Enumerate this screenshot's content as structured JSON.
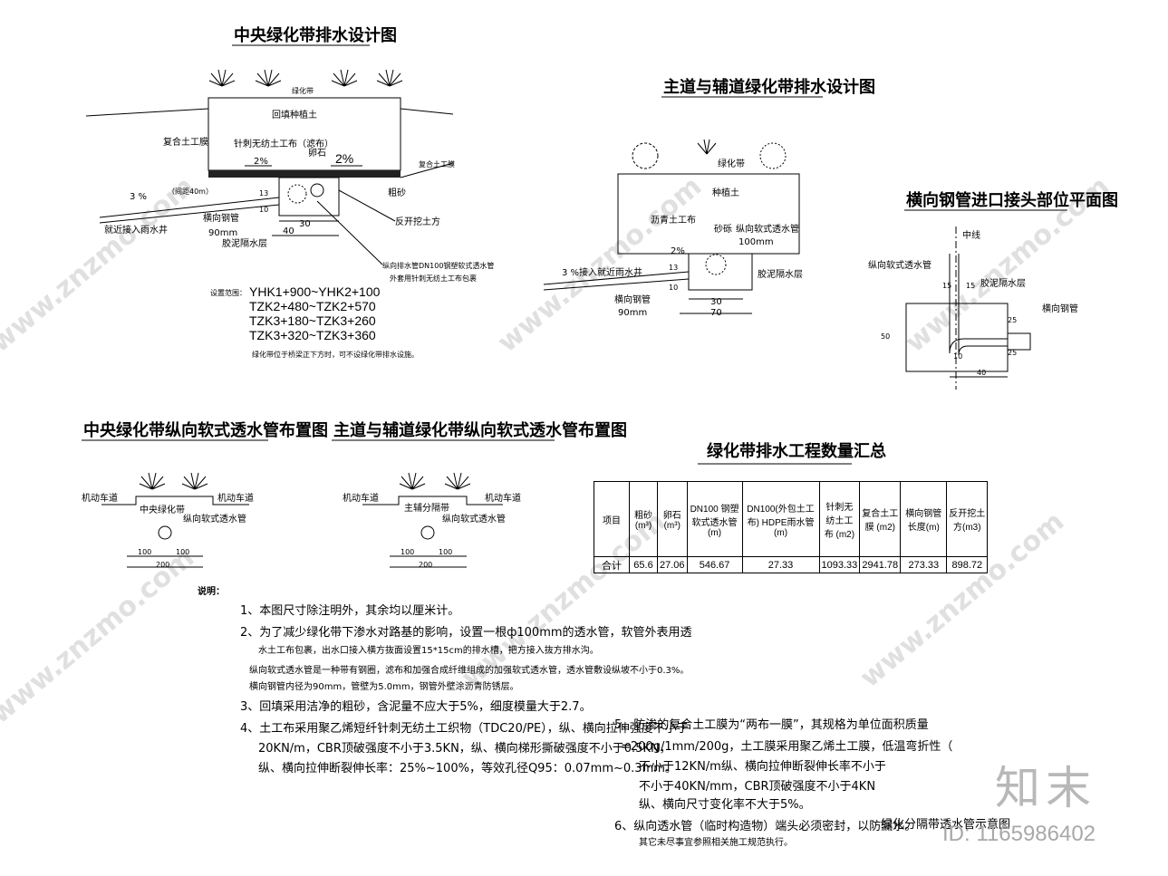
{
  "drawing1": {
    "title": "中央绿化带排水设计图",
    "label_greenbelt": "绿化带",
    "label_backfill": "回填种植土",
    "label_geomembrane": "复合土工膜",
    "label_needle_fabric": "针刺无纺土工布（滤布）",
    "label_pebble": "卵石",
    "label_slope_small": "2%",
    "label_slope_big": "2%",
    "label_geotextile_right": "复合土工膜",
    "label_coarse_sand": "粗砂",
    "label_slope_3": "3 %",
    "label_spacing": "间距40m",
    "label_interval": "（间距40m）",
    "label_nearby": "就近接入雨水井",
    "label_steel_pipe": "横向钢管",
    "label_90mm": "90mm",
    "label_mortar": "胶泥隔水层",
    "label_excavate": "反开挖土方",
    "label_dn100": "纵向排水管DN100钢塑软式透水管",
    "label_dn100_sub": "外套用针刺无纺土工布包裹",
    "dim_13": "13",
    "dim_10": "10",
    "dim_30": "30",
    "dim_40": "40",
    "setup_label": "设置范围：",
    "ranges": [
      "YHK1+900~YHK2+100",
      "TZK2+480~TZK2+570",
      "TZK3+180~TZK3+260",
      "TZK3+320~TZK3+360"
    ],
    "note": "绿化带位于桥梁正下方时，可不设绿化带排水设施。"
  },
  "drawing2": {
    "title": "主道与辅道绿化带排水设计图",
    "label_greenbelt": "绿化带",
    "label_soil": "种植土",
    "label_asphalt": "沥青土工布",
    "label_gravel": "砂砾",
    "label_soft_pipe": "纵向软式透水管",
    "label_100mm": "100mm",
    "label_slope": "2%",
    "label_slope_3": "3 %接入就近雨水井",
    "label_steel_pipe": "横向钢管",
    "label_90mm": "90mm",
    "label_mortar": "胶泥隔水层",
    "dim_13": "13",
    "dim_10": "10",
    "dim_30": "30",
    "dim_70": "70"
  },
  "drawing3": {
    "title": "横向钢管进口接头部位平面图",
    "label_center": "中线",
    "label_soft_pipe": "纵向软式透水管",
    "label_mortar": "胶泥隔水层",
    "label_steel_pipe": "横向钢管",
    "dim_15a": "15",
    "dim_15b": "15",
    "dim_25a": "25",
    "dim_25b": "25",
    "dim_50": "50",
    "dim_10": "10",
    "dim_40": "40"
  },
  "drawing4": {
    "title": "中央绿化带纵向软式透水管布置图",
    "label_lane_left": "机动车道",
    "label_lane_right": "机动车道",
    "label_center": "中央绿化带",
    "label_pipe": "纵向软式透水管",
    "dim_100a": "100",
    "dim_100b": "100",
    "dim_200": "200"
  },
  "drawing5": {
    "title": "主道与辅道绿化带纵向软式透水管布置图",
    "label_lane_left": "机动车道",
    "label_lane_right": "机动车道",
    "label_center": "主辅分隔带",
    "label_pipe": "纵向软式透水管",
    "dim_100a": "100",
    "dim_100b": "100",
    "dim_200": "200"
  },
  "quantity": {
    "title": "绿化带排水工程数量汇总",
    "headers": [
      "项目",
      "粗砂 (m³)",
      "卵石 (m³)",
      "DN100 钢塑软式透水管(m)",
      "DN100(外包土工布) HDPE雨水管(m)",
      "针刺无纺土工布 (m2)",
      "复合土工膜 (m2)",
      "横向钢管 长度(m)",
      "反开挖土 方(m3)"
    ],
    "row": [
      "合计",
      "65.6",
      "27.06",
      "546.67",
      "27.33",
      "1093.33",
      "2941.78",
      "273.33",
      "898.72"
    ]
  },
  "notes": {
    "heading": "说明：",
    "items": [
      "1、本图尺寸除注明外，其余均以厘米计。",
      "2、为了减少绿化带下渗水对路基的影响，设置一根ф100mm的透水管，软管外表用透",
      "水土工布包裹，出水口接入横方抜面设置15*15cm的排水槽，把方接入抜方排水沟。",
      "纵向软式透水管是一种带有钢圈，滤布和加强合成纤维组成的加强软式透水管，透水管敷设纵坡不小于0.3%。",
      "横向钢管内径为90mm，管壁为5.0mm，钢管外壁涂沥青防锈层。",
      "3、回填采用洁净的粗砂，含泥量不应大于5%，细度模量大于2.7。",
      "4、土工布采用聚乙烯短纤针刺无纺土工织物（TDC20/PE），纵、横向拉伸强度不小于",
      "20KN/m，CBR顶破强度不小于3.5KN，纵、横向梯形撕破强度不小于0.5KN，",
      "纵、横向拉伸断裂伸长率：25%~100%，等效孔径Q95：0.07mm~0.3mm。",
      "5、防渗的复合土工膜为“两布一膜”，其规格为单位面积质量",
      "=200g/1mm/200g，土工膜采用聚乙烯土工膜，低温弯折性（",
      "不小于12KN/m纵、横向拉伸断裂伸长率不小于",
      "不小于40KN/mm，CBR顶破强度不小于4KN",
      "纵、横向尺寸变化率不大于5%。",
      "6、纵向透水管（临时构造物）端头必须密封，以防漏水。",
      "其它未尽事宜参照相关施工规范执行。"
    ]
  },
  "caption": "绿化分隔带透水管示意图",
  "watermark": "www.znzmo.com",
  "logo": "知末",
  "id_text": "ID: 1165986402"
}
